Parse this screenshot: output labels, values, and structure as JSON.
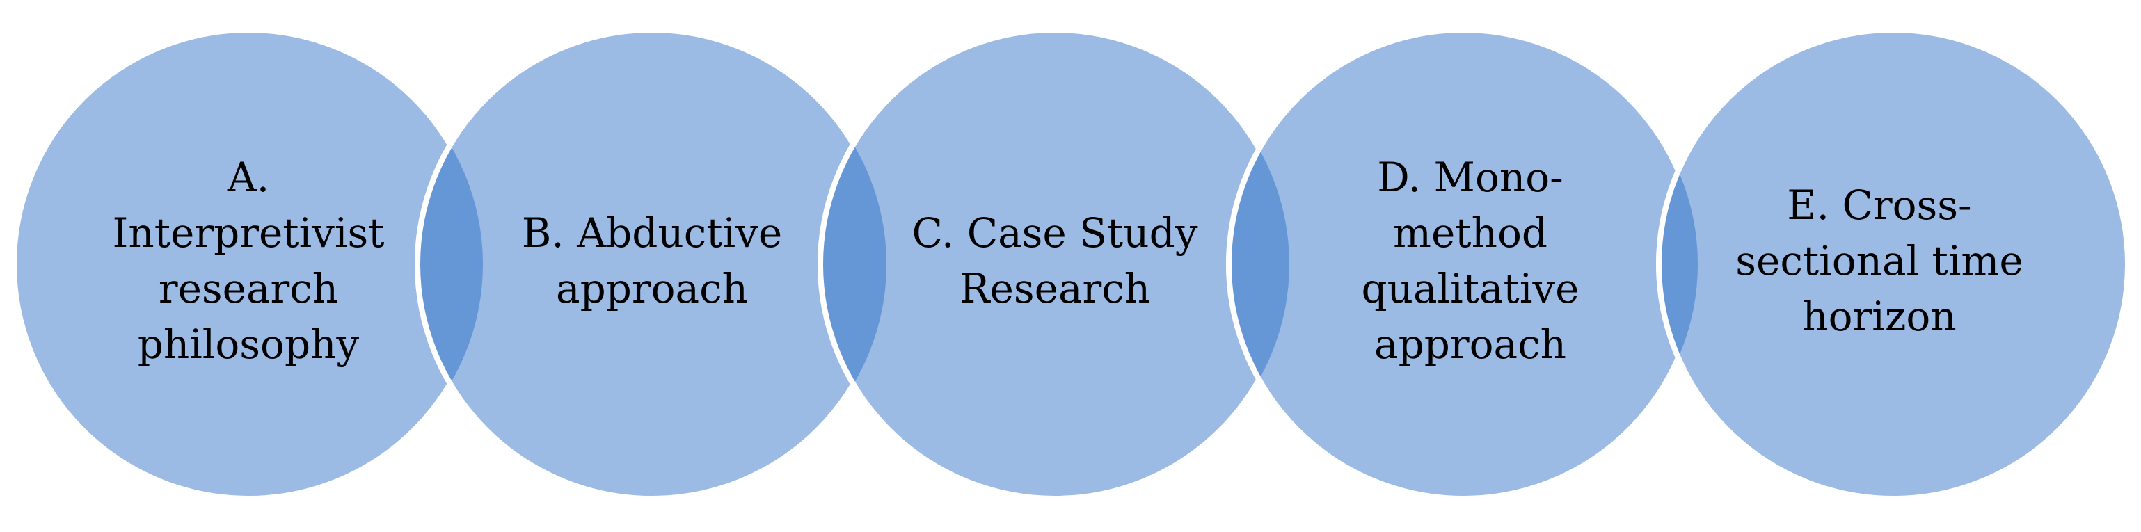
{
  "diagram": {
    "colors": {
      "circle_fill": "#9bbae4",
      "overlap_fill": "#6596d6",
      "circle_stroke": "#ffffff",
      "text": "#000000"
    },
    "circles": [
      {
        "id": "a",
        "label": "A.\nInterpretivist\nresearch\nphilosophy"
      },
      {
        "id": "b",
        "label": "B. Abductive\napproach"
      },
      {
        "id": "c",
        "label": "C. Case Study\nResearch"
      },
      {
        "id": "d",
        "label": "D. Mono-\nmethod\nqualitative\napproach"
      },
      {
        "id": "e",
        "label": "E. Cross-\nsectional time\nhorizon"
      }
    ]
  }
}
